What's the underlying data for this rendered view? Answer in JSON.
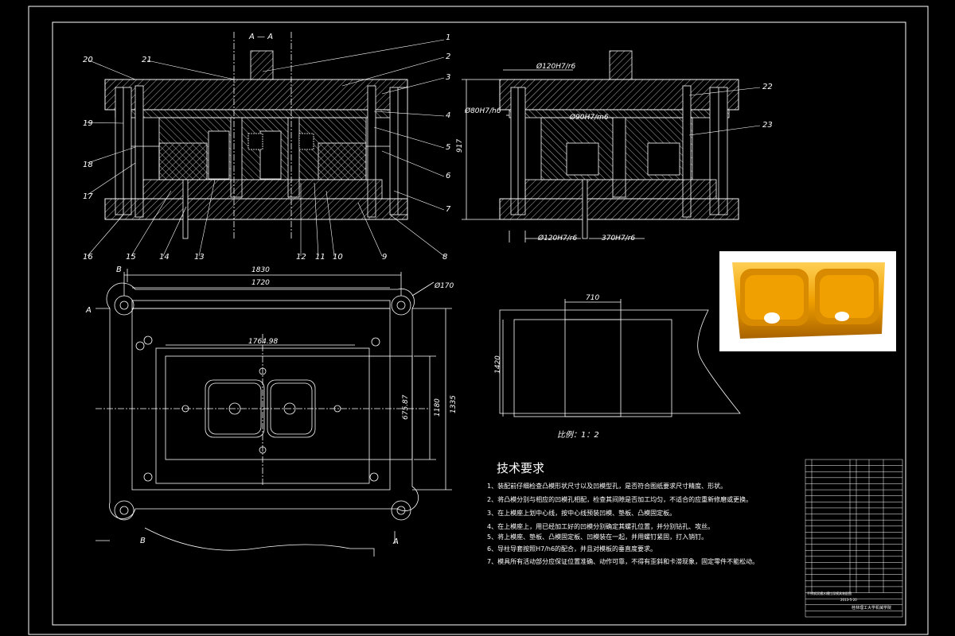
{
  "section_label": "A — A",
  "balloons_left": [
    "1",
    "2",
    "3",
    "4",
    "5",
    "6",
    "7",
    "8",
    "9",
    "10",
    "11",
    "12",
    "13",
    "14",
    "15",
    "16",
    "17",
    "18",
    "19",
    "20",
    "21"
  ],
  "balloons_right": [
    "22",
    "23"
  ],
  "dims_right": {
    "d1": "Ø120H7/r6",
    "d2": "Ø80H7/h6",
    "d3": "Ø90H7/m6",
    "d4": "Ø120H7/r6",
    "d5": "370H7/r6",
    "h": "917"
  },
  "dims_plan": {
    "w1": "1830",
    "w2": "1720",
    "w3": "1764.98",
    "dia": "Ø170",
    "h1": "675.87",
    "h2": "1180",
    "h3": "1335",
    "sec_a": "A",
    "sec_b": "B"
  },
  "blank": {
    "w": "710",
    "h": "1420",
    "scale": "比例：1：2"
  },
  "tech": {
    "title": "技术要求",
    "items": [
      "1、装配前仔细检查凸模形状尺寸以及凹模型孔，是否符合图纸要求尺寸精度、形状。",
      "2、将凸模分别与相应的凹模孔相配，检查其间隙是否加工均匀，不适合的应重新修磨或更换。",
      "3、在上模座上划中心线，按中心线预装凹模、垫板、凸模固定板。",
      "4、在上模座上，用已经加工好的凹模分别确定其螺孔位置，并分别钻孔、攻丝。",
      "5、将上模座、垫板、凸模固定板、凹模装在一起，并用螺钉紧固，打入销钉。",
      "6、导柱导套按照H7/h6的配合，并且对模板的垂直度要求。",
      "7、模具所有活动部分应保证位置准确、动作可靠，不得有歪斜和卡滞现象，固定零件不能松动。"
    ]
  },
  "title_block": {
    "school": "桂林理工大学机械学院",
    "drawing_title": "不锈钢双槽水槽拉深模具装配图",
    "date": "2013-5-20"
  },
  "colors": {
    "line": "#ffffff",
    "leader": "#ffffff",
    "sink": "#f0a000",
    "sink_dark": "#b06a00",
    "sink_rim": "#ffc640"
  }
}
